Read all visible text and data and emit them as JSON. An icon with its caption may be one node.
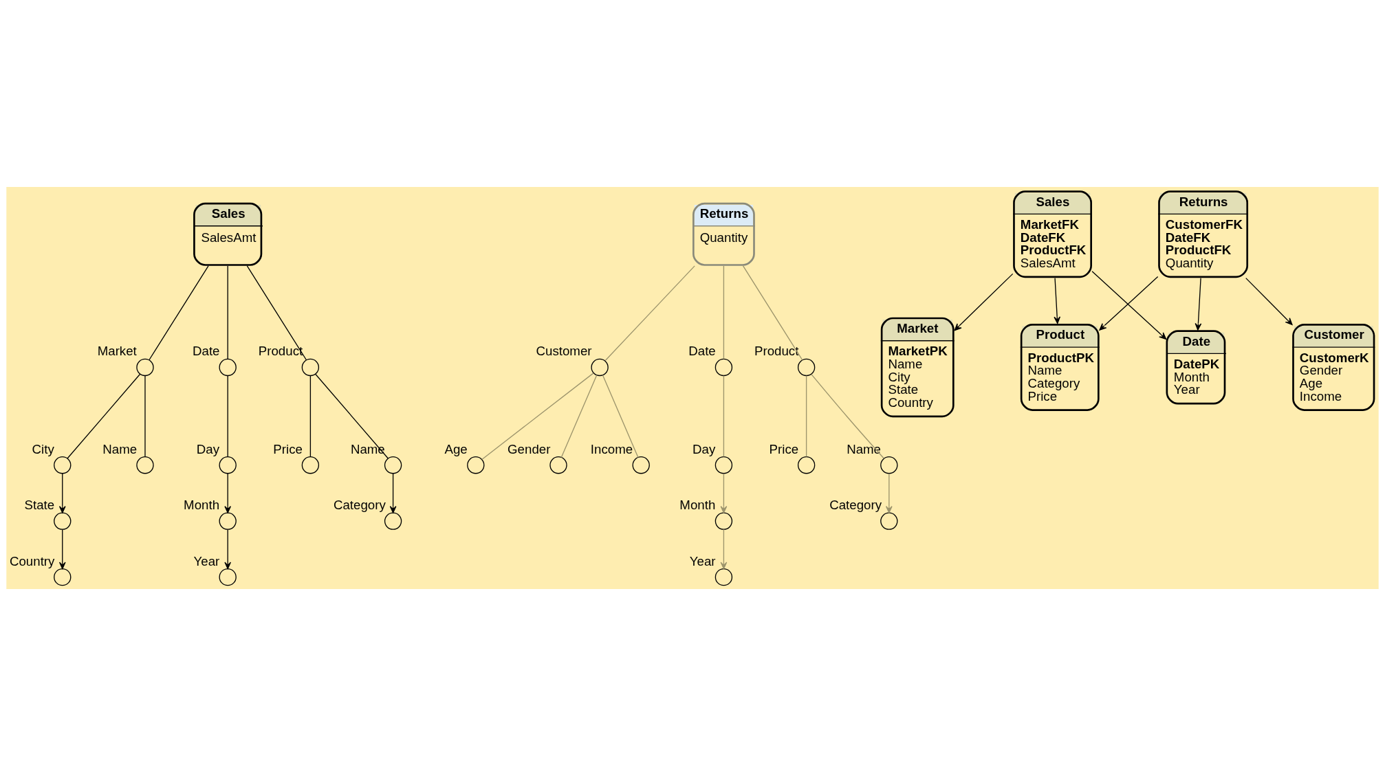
{
  "diagram": {
    "nodes": [
      {
        "text": [
          "Sales",
          "SalesAmt"
        ]
      },
      {
        "text": [],
        "shape": "circle",
        "beside": [
          "City"
        ]
      },
      {
        "text": [],
        "shape": "circle",
        "beside": [
          "State"
        ]
      },
      {
        "text": [],
        "shape": "circle",
        "beside": [
          "Country"
        ]
      },
      {
        "text": [],
        "shape": "circle",
        "beside": [
          "Market"
        ]
      },
      {
        "text": [],
        "shape": "circle",
        "beside": [
          "Name"
        ]
      },
      {
        "text": [],
        "shape": "circle",
        "beside": [
          "Date"
        ]
      },
      {
        "text": [],
        "shape": "circle",
        "beside": [
          "Day"
        ]
      },
      {
        "text": [],
        "shape": "circle",
        "beside": [
          "Month"
        ]
      },
      {
        "text": [],
        "shape": "circle",
        "beside": [
          "Year"
        ]
      },
      {
        "text": [],
        "shape": "circle",
        "beside": [
          "Product"
        ]
      },
      {
        "text": [],
        "shape": "circle",
        "beside": [
          "Price"
        ]
      },
      {
        "text": [],
        "shape": "circle",
        "beside": [
          "Name"
        ]
      },
      {
        "text": [],
        "shape": "circle",
        "beside": [
          "Category"
        ]
      },
      {
        "text": [
          "Returns",
          "Quantity"
        ]
      },
      {
        "text": [],
        "shape": "circle",
        "beside": [
          "Age"
        ]
      },
      {
        "text": [],
        "shape": "circle",
        "beside": [
          "Gender"
        ]
      },
      {
        "text": [],
        "shape": "circle",
        "beside": [
          "Income"
        ]
      },
      {
        "text": [],
        "shape": "circle",
        "beside": [
          "Customer"
        ]
      },
      {
        "text": [],
        "shape": "circle",
        "beside": [
          "Date"
        ]
      },
      {
        "text": [],
        "shape": "circle",
        "beside": [
          "Day"
        ]
      },
      {
        "text": [],
        "shape": "circle",
        "beside": [
          "Month"
        ]
      },
      {
        "text": [],
        "shape": "circle",
        "beside": [
          "Year"
        ]
      },
      {
        "text": [],
        "shape": "circle",
        "beside": [
          "Product"
        ]
      },
      {
        "text": [],
        "shape": "circle",
        "beside": [
          "Price"
        ]
      },
      {
        "text": [],
        "shape": "circle",
        "beside": [
          "Name"
        ]
      },
      {
        "text": [],
        "shape": "circle",
        "beside": [
          "Category"
        ]
      },
      {
        "text": [
          "Product",
          "ProductPK",
          "Name",
          "Category",
          "Price"
        ]
      },
      {
        "text": [
          "Market",
          "MarketPK",
          "Name",
          "City",
          "State",
          "Country"
        ]
      },
      {
        "text": [
          "Sales",
          "MarketFK",
          "DateFK",
          "ProductFK",
          "SalesAmt"
        ]
      },
      {
        "text": [
          "Returns",
          "CustomerFK",
          "DateFK",
          "ProductFK",
          "Quantity"
        ]
      },
      {
        "text": [
          "Customer",
          "CustomerK",
          "Gender",
          "Age",
          "Income"
        ]
      },
      {
        "text": [
          "Date",
          "DatePK",
          "Month",
          "Year"
        ]
      }
    ],
    "edges": [
      {
        "from": 0,
        "to": 4,
        "arrow": "none"
      },
      {
        "from": 4,
        "to": 1,
        "arrow": "none"
      },
      {
        "from": 1,
        "to": 2,
        "arrow": "to"
      },
      {
        "from": 2,
        "to": 3,
        "arrow": "to"
      },
      {
        "from": 4,
        "to": 5,
        "arrow": "none"
      },
      {
        "from": 0,
        "to": 6,
        "arrow": "none"
      },
      {
        "from": 6,
        "to": 7,
        "arrow": "none"
      },
      {
        "from": 7,
        "to": 8,
        "arrow": "to"
      },
      {
        "from": 8,
        "to": 9,
        "arrow": "to"
      },
      {
        "from": 0,
        "to": 10,
        "arrow": "none"
      },
      {
        "from": 10,
        "to": 11,
        "arrow": "none"
      },
      {
        "from": 10,
        "to": 12,
        "arrow": "none"
      },
      {
        "from": 12,
        "to": 13,
        "arrow": "to"
      },
      {
        "from": 14,
        "to": 18,
        "arrow": "none",
        "color": "#9c946c"
      },
      {
        "from": 18,
        "to": 15,
        "arrow": "none",
        "color": "#9c946c"
      },
      {
        "from": 18,
        "to": 16,
        "arrow": "none",
        "color": "#9c946c"
      },
      {
        "from": 18,
        "to": 17,
        "arrow": "none",
        "color": "#9c946c"
      },
      {
        "from": 14,
        "to": 19,
        "arrow": "none",
        "color": "#9c946c"
      },
      {
        "from": 19,
        "to": 20,
        "arrow": "none",
        "color": "#9c946c"
      },
      {
        "from": 20,
        "to": 21,
        "arrow": "to",
        "color": "#9c946c"
      },
      {
        "from": 21,
        "to": 22,
        "arrow": "to",
        "color": "#9c946c"
      },
      {
        "from": 14,
        "to": 23,
        "arrow": "none",
        "color": "#9c946c"
      },
      {
        "from": 23,
        "to": 24,
        "arrow": "none",
        "color": "#9c946c"
      },
      {
        "from": 23,
        "to": 25,
        "arrow": "none",
        "color": "#9c946c"
      },
      {
        "from": 25,
        "to": 26,
        "arrow": "to",
        "color": "#9c946c"
      },
      {
        "from": 29,
        "to": 27,
        "arrow": "to"
      },
      {
        "from": 30,
        "to": 27,
        "arrow": "to"
      },
      {
        "from": 29,
        "to": 28,
        "arrow": "to"
      },
      {
        "from": 30,
        "to": 31,
        "arrow": "to"
      },
      {
        "from": 29,
        "to": 32,
        "arrow": "to"
      },
      {
        "from": 30,
        "to": 32,
        "arrow": "to"
      }
    ]
  }
}
